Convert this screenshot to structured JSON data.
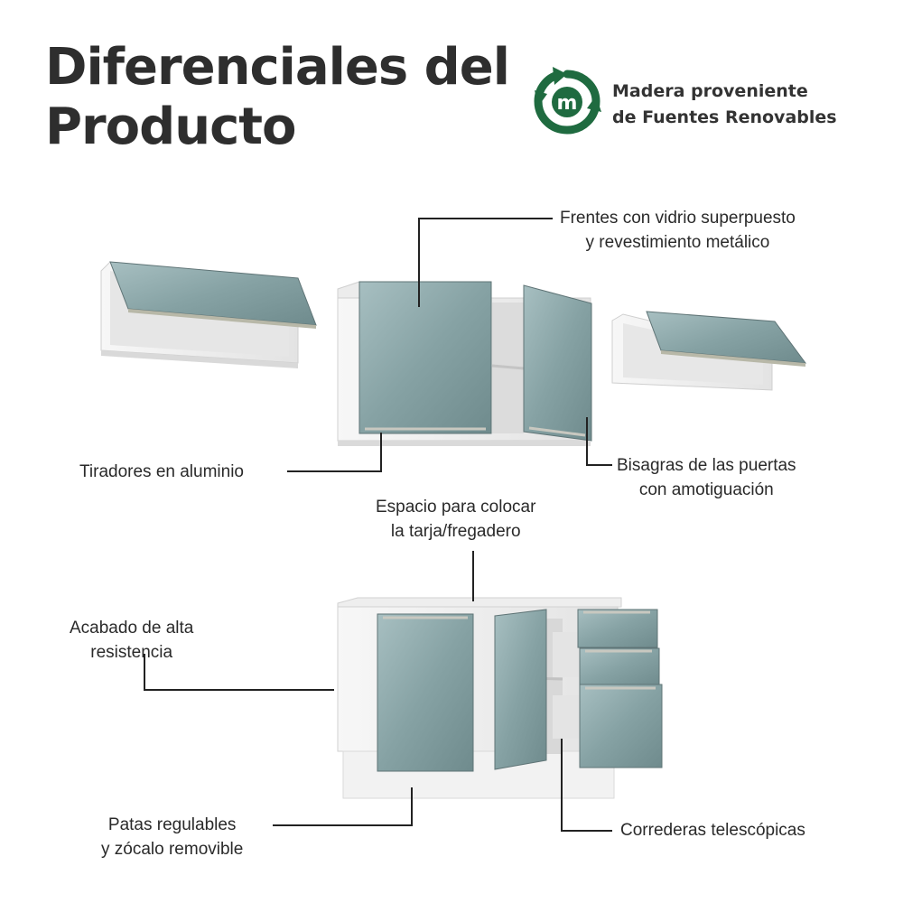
{
  "title": {
    "line1": "Diferenciales del",
    "line2": "Producto"
  },
  "badge": {
    "line1": "Madera proveniente",
    "line2": "de Fuentes Renovables",
    "logo_letter": "m",
    "icon": "recycle-leaf-icon"
  },
  "callouts": {
    "frentes": {
      "line1": "Frentes con vidrio superpuesto",
      "line2": "y revestimiento metálico"
    },
    "tiradores": {
      "line1": "Tiradores en aluminio"
    },
    "bisagras": {
      "line1": "Bisagras de las puertas",
      "line2": "con amotiguación"
    },
    "espacio": {
      "line1": "Espacio para colocar",
      "line2": "la tarja/fregadero"
    },
    "acabado": {
      "line1": "Acabado de alta",
      "line2": "resistencia"
    },
    "patas": {
      "line1": "Patas regulables",
      "line2": "y zócalo removible"
    },
    "correderas": {
      "line1": "Correderas telescópicas"
    }
  },
  "colors": {
    "accent_green": "#1f6b40",
    "glass_front": "#8fa9ab",
    "carcass_white": "#f4f4f4",
    "leader_line": "#222222"
  }
}
